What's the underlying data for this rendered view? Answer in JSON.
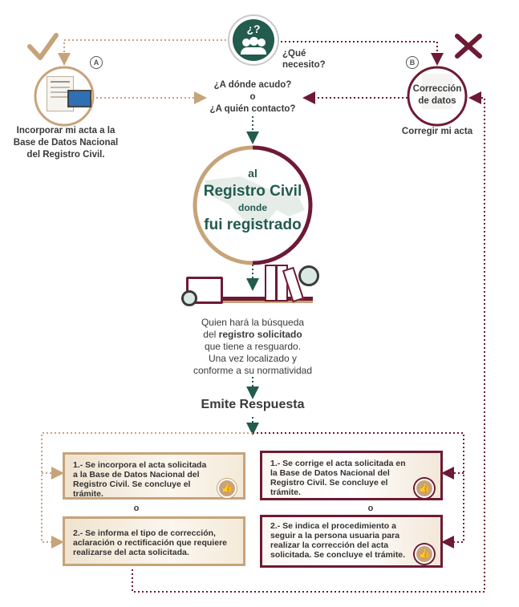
{
  "top": {
    "question_icon_text": "¿?",
    "que_necesito": "¿Qué necesito?",
    "donde_acudo": "¿A dónde acudo?",
    "or1": "o",
    "quien_contacto": "¿A quién contacto?"
  },
  "option_a": {
    "badge": "A",
    "label": "Incorporar mi acta a la Base de Datos Nacional del Registro Civil."
  },
  "option_b": {
    "badge": "B",
    "circle_text": "Corrección de datos",
    "label": "Corregir mi acta"
  },
  "center_circle": {
    "line1": "al",
    "line2": "Registro Civil",
    "line3": "donde",
    "line4": "fui registrado"
  },
  "search_text": {
    "l1": "Quien hará la búsqueda",
    "l2_pre": "del ",
    "l2_bold": "registro solicitado",
    "l3": "que tiene a resguardo.",
    "l4": "Una vez localizado y",
    "l5": "conforme a su normatividad"
  },
  "emite": "Emite Respuesta",
  "boxes": {
    "a1": "1.- Se incorpora el acta solicitada a la Base de Datos Nacional del Registro Civil. Se concluye el trámite.",
    "a_or": "o",
    "a2": "2.- Se informa el tipo de corrección, aclaración o rectificación que requiere realizarse del acta solicitada.",
    "b1": "1.- Se corrige el acta solicitada en la Base de Datos Nacional del Registro Civil. Se concluye el trámite.",
    "b_or": "o",
    "b2": "2.- Se indica el procedimiento a seguir a la persona usuaria para realizar la corrección del acta solicitada. Se concluye el trámite."
  },
  "colors": {
    "gold": "#c7a37a",
    "wine": "#6e1a34",
    "green": "#235b4e"
  },
  "icons": [
    "check-icon",
    "cross-icon",
    "people-question-icon",
    "document-icon",
    "computer-icon",
    "magnifier-icon",
    "binders-icon",
    "thumbs-up-icon"
  ]
}
